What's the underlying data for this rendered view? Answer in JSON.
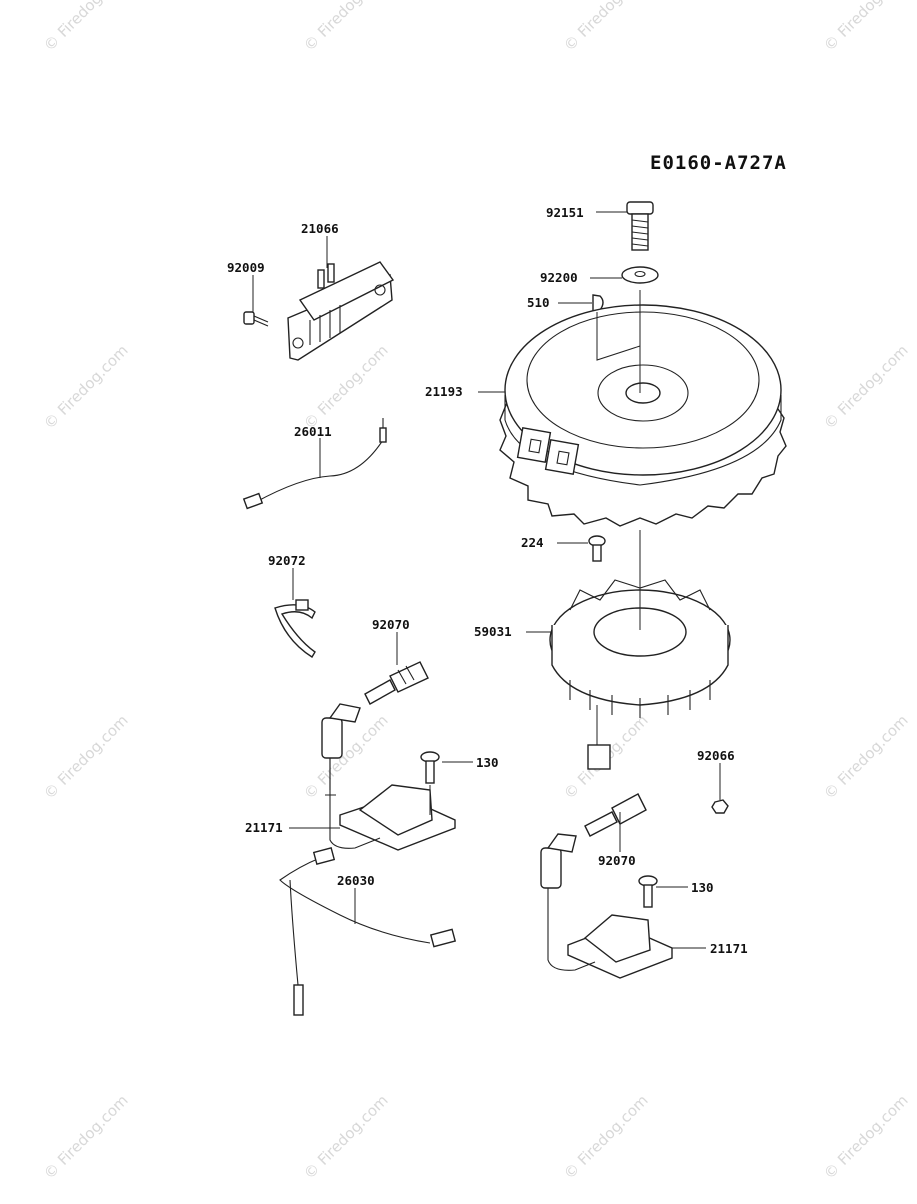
{
  "diagram_code": "E0160-A727A",
  "watermark": "© Firedog.com",
  "labels": {
    "p92151": "92151",
    "p92200": "92200",
    "p510": "510",
    "p21193": "21193",
    "p21066": "21066",
    "p92009": "92009",
    "p26011": "26011",
    "p92072": "92072",
    "p224": "224",
    "p59031": "59031",
    "p92070a": "92070",
    "p130a": "130",
    "p21171a": "21171",
    "p26030": "26030",
    "p92066": "92066",
    "p92070b": "92070",
    "p130b": "130",
    "p21171b": "21171"
  }
}
